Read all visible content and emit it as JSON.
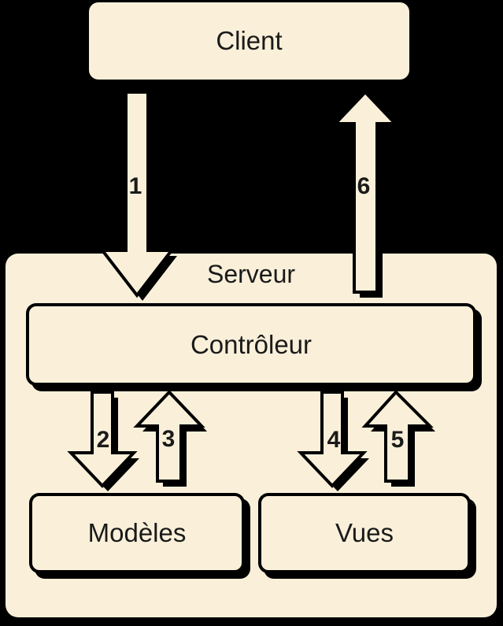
{
  "colors": {
    "background": "#000000",
    "node_fill": "#FAF0DA",
    "outline": "#000000",
    "text": "#1A1A1A"
  },
  "nodes": {
    "client": {
      "label": "Client"
    },
    "server": {
      "label": "Serveur"
    },
    "controller": {
      "label": "Contrôleur"
    },
    "models": {
      "label": "Modèles"
    },
    "views": {
      "label": "Vues"
    }
  },
  "arrows": [
    {
      "label": "1",
      "from": "Client",
      "to": "Contrôleur",
      "direction": "down"
    },
    {
      "label": "2",
      "from": "Contrôleur",
      "to": "Modèles",
      "direction": "down"
    },
    {
      "label": "3",
      "from": "Modèles",
      "to": "Contrôleur",
      "direction": "up"
    },
    {
      "label": "4",
      "from": "Contrôleur",
      "to": "Vues",
      "direction": "down"
    },
    {
      "label": "5",
      "from": "Vues",
      "to": "Contrôleur",
      "direction": "up"
    },
    {
      "label": "6",
      "from": "Contrôleur",
      "to": "Client",
      "direction": "up"
    }
  ]
}
